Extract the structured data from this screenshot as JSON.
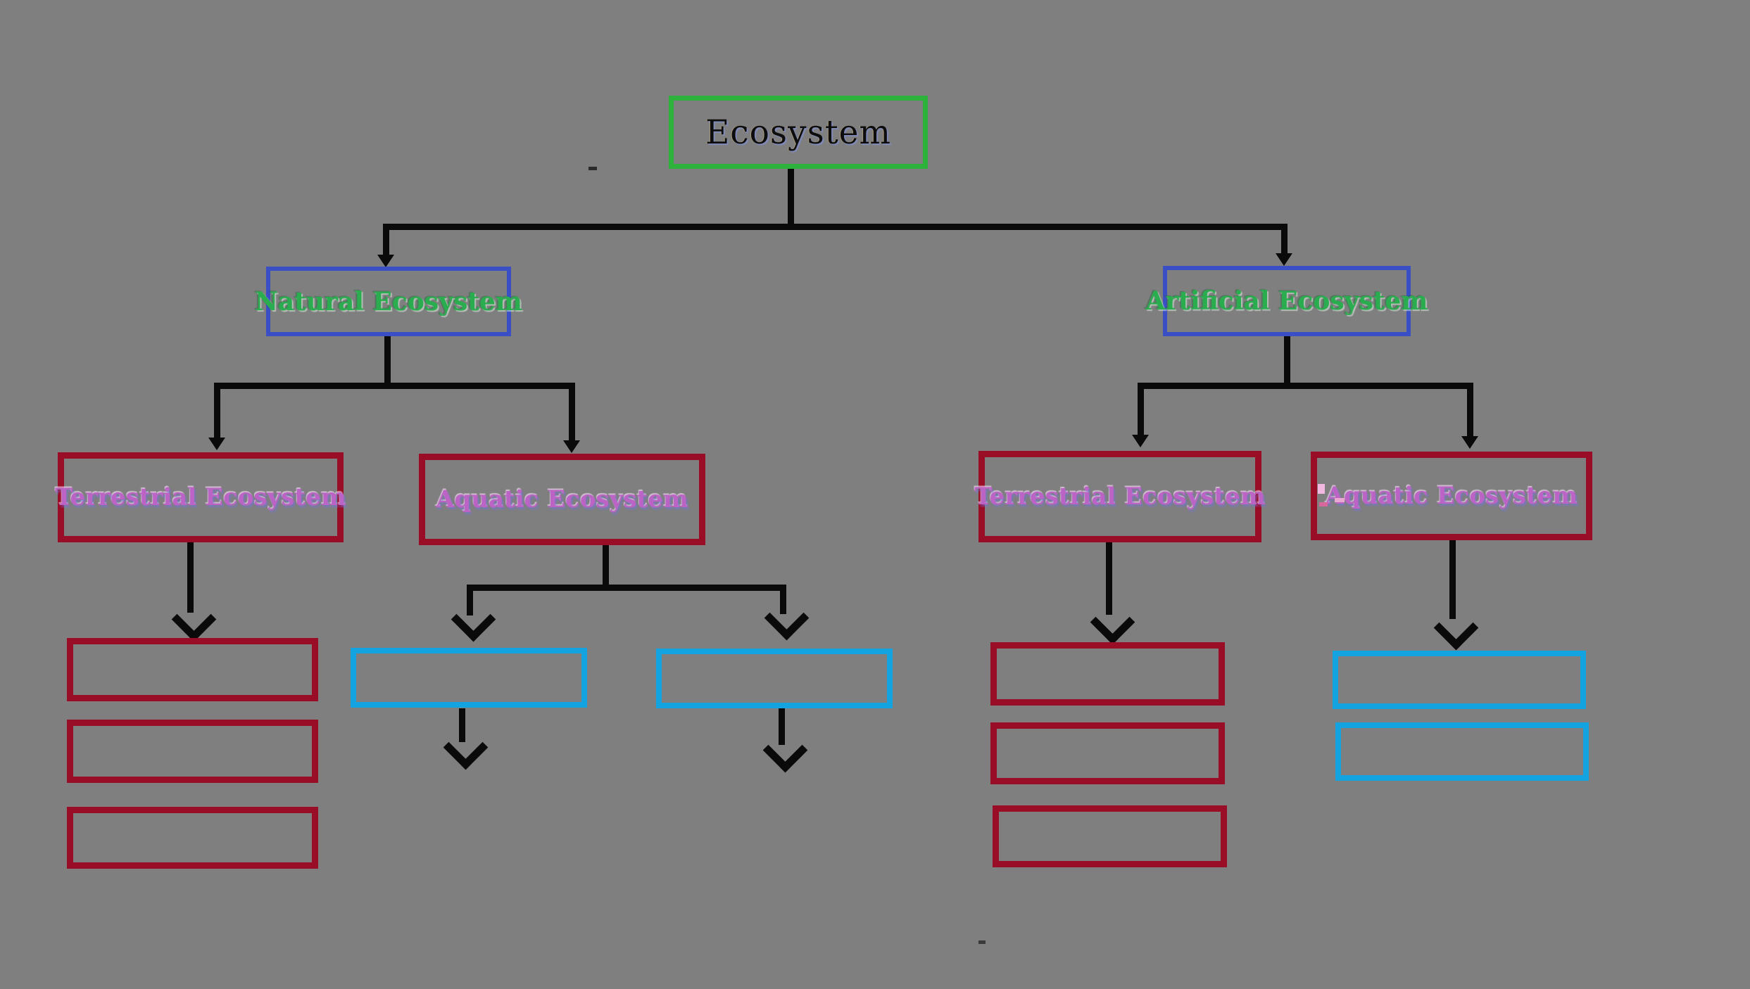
{
  "title": "Ecosystem classification tree diagram",
  "palette": {
    "background": "#7f7f7f",
    "root_border": "#2db33b",
    "level2_border": "#3b4fc4",
    "level3_border": "#990d26",
    "aquatic_child_border": "#14a3e1",
    "connector": "#0a0a0a",
    "root_text": "#0d0d0d",
    "level2_text": "#2aad4e",
    "level3_text": "#bc63c6"
  },
  "nodes": {
    "ecosystem": {
      "label": "Ecosystem"
    },
    "natural": {
      "label": "Natural Ecosystem"
    },
    "artificial": {
      "label": "Artificial Ecosystem"
    },
    "terrestrial_left": {
      "label": "Terrestrial Ecosystem"
    },
    "aquatic_left": {
      "label": "Aquatic Ecosystem"
    },
    "terrestrial_right": {
      "label": "Terrestrial Ecosystem"
    },
    "aquatic_right": {
      "label": "Aquatic Ecosystem"
    }
  },
  "hierarchy": {
    "root": "Ecosystem",
    "children": [
      {
        "label": "Natural Ecosystem",
        "children": [
          {
            "label": "Terrestrial Ecosystem",
            "empty_placeholder_boxes": 3,
            "placeholder_style": "dark-red"
          },
          {
            "label": "Aquatic Ecosystem",
            "empty_placeholder_boxes": 2,
            "placeholder_style": "cyan"
          }
        ]
      },
      {
        "label": "Artificial Ecosystem",
        "children": [
          {
            "label": "Terrestrial Ecosystem",
            "empty_placeholder_boxes": 3,
            "placeholder_style": "dark-red"
          },
          {
            "label": "Aquatic Ecosystem",
            "empty_placeholder_boxes": 2,
            "placeholder_style": "cyan"
          }
        ]
      }
    ]
  }
}
